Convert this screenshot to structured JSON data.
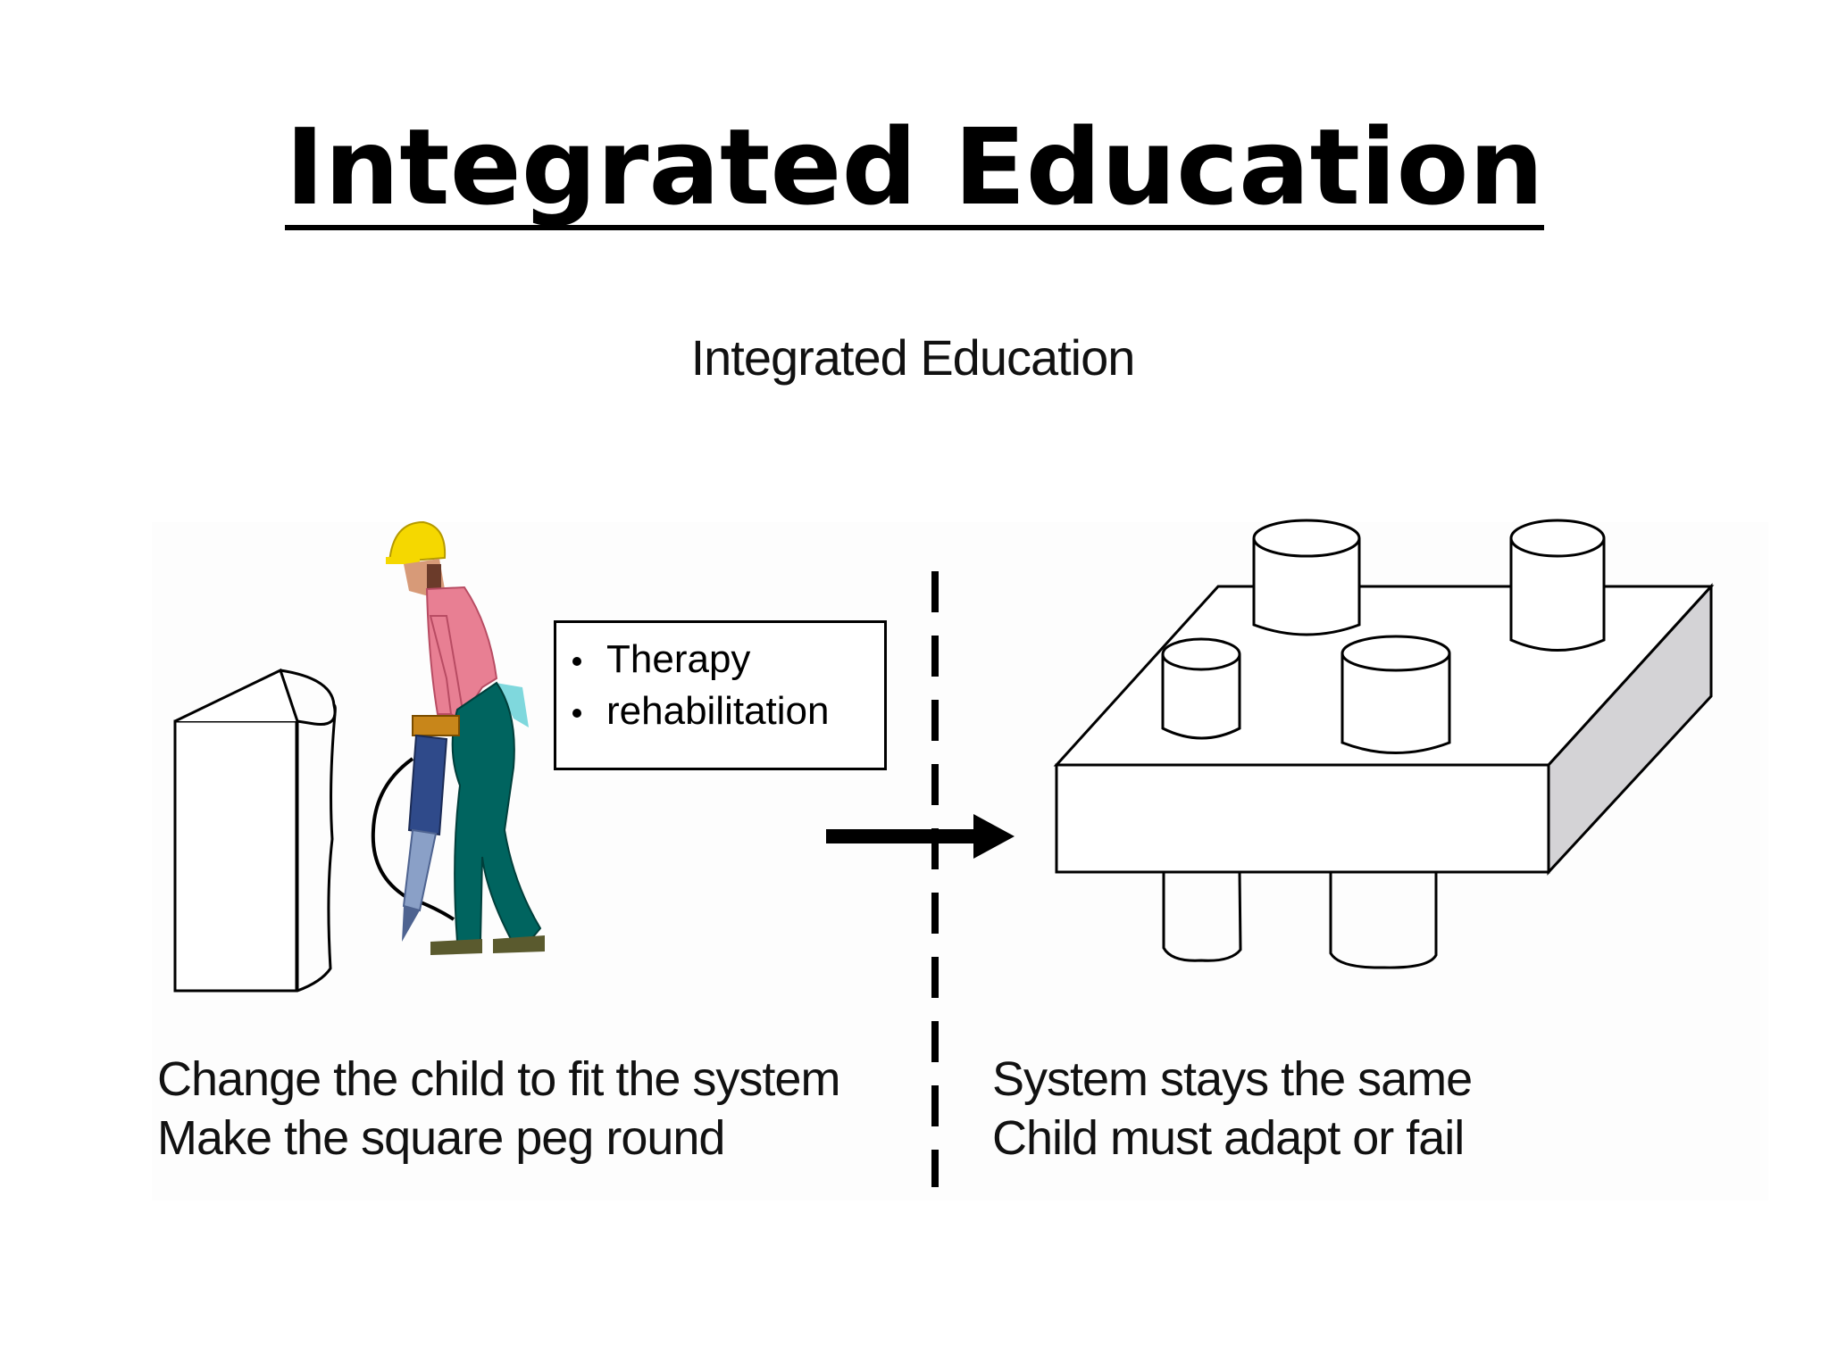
{
  "slide": {
    "title": "Integrated Education"
  },
  "diagram": {
    "heading": "Integrated Education",
    "therapy_box": {
      "items": [
        "Therapy",
        "rehabilitation"
      ]
    },
    "left_caption": {
      "line1": "Change the child to fit the system",
      "line2": "Make the square peg round"
    },
    "right_caption": {
      "line1": "System stays the same",
      "line2": "Child must adapt or fail"
    }
  },
  "colors": {
    "helmet": "#f5d800",
    "shirt": "#e87f93",
    "trousers": "#00645f",
    "drill_body": "#2f4a8a",
    "drill_handle": "#c8861a",
    "block_side": "#d4d3d6"
  },
  "icons": [
    "worker-with-jackhammer",
    "square-peg-block",
    "pegboard-block",
    "right-arrow"
  ]
}
